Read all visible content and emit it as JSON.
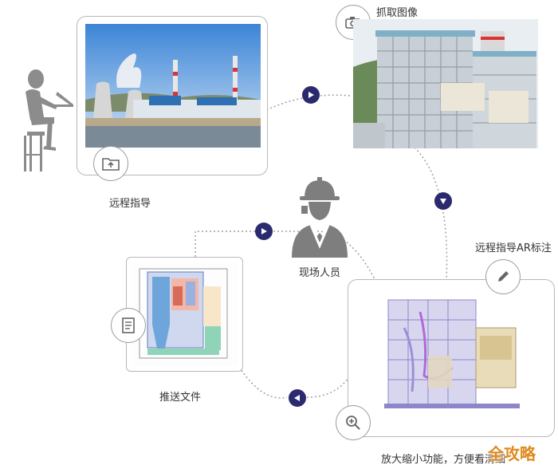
{
  "labels": {
    "remote_guidance": "远程指导",
    "capture_image": "抓取图像",
    "remote_guidance_ar": "远程指导AR标注",
    "field_personnel": "现场人员",
    "push_file": "推送文件",
    "zoom_feature": "放大缩小功能，方便看清细",
    "watermark": "全攻略"
  },
  "icons": {
    "operator": "person-at-laptop-icon",
    "folder": "folder-upload-icon",
    "camera": "camera-icon",
    "worker": "hardhat-worker-icon",
    "document": "document-icon",
    "pencil": "pencil-icon",
    "zoom": "zoom-in-icon",
    "arrow_right": "play-right-icon",
    "arrow_down": "play-down-icon",
    "arrow_left": "play-left-icon"
  },
  "colors": {
    "arrow": "#2c2a6e",
    "line": "#9a9a9a",
    "watermark": "#e08a1e"
  }
}
